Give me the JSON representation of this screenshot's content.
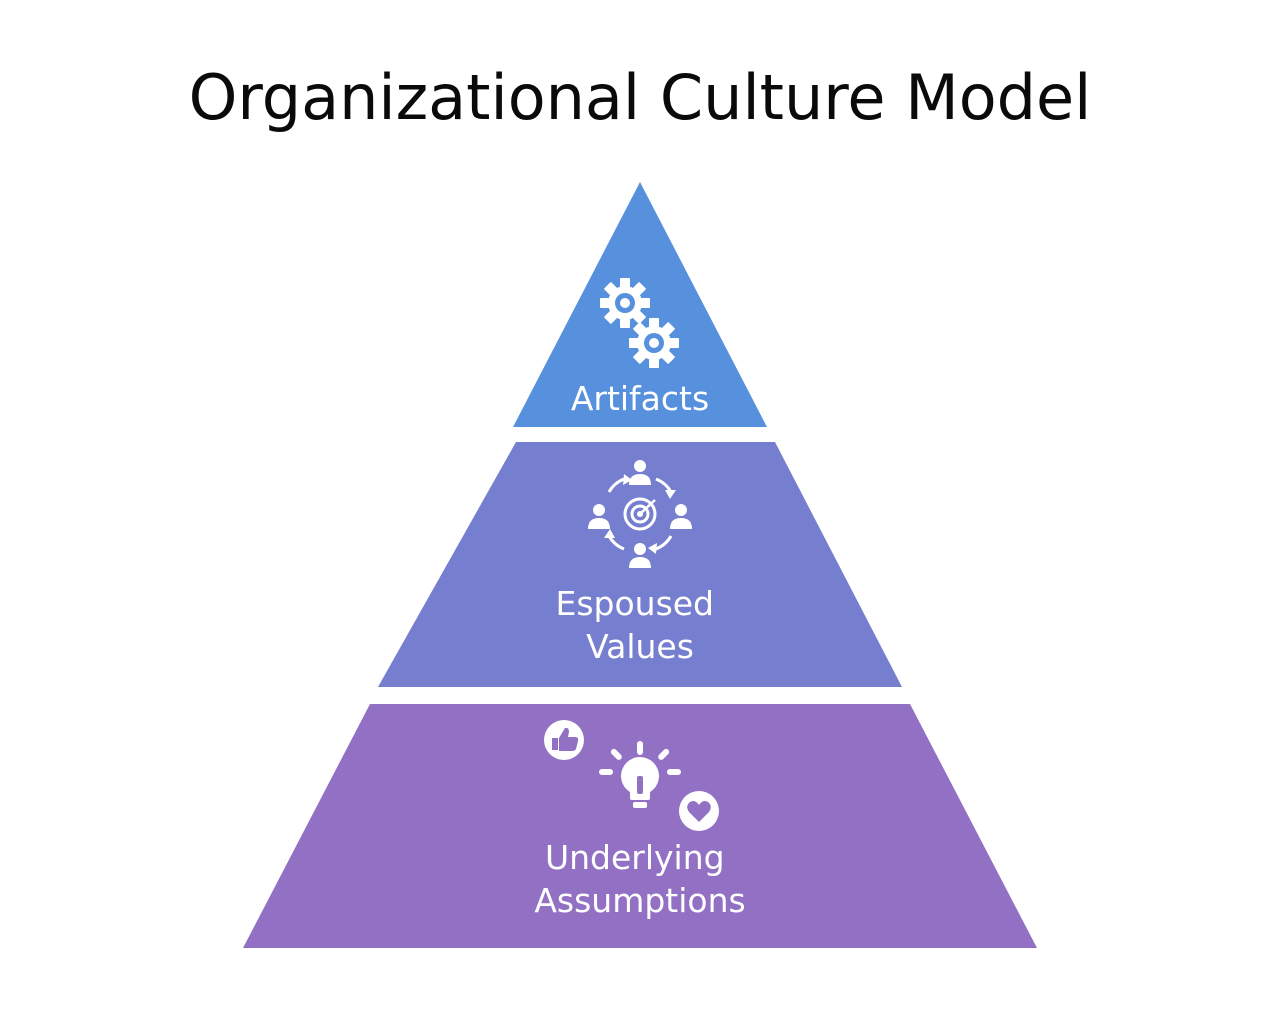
{
  "title": "Organizational Culture Model",
  "colors": {
    "top": "#5790dc",
    "middle": "#767ecf",
    "bottom": "#9270c4",
    "text": "#ffffff"
  },
  "levels": [
    {
      "label_lines": [
        "Artifacts"
      ],
      "icon": "gears-icon"
    },
    {
      "label_lines": [
        "Espoused",
        "Values"
      ],
      "icon": "team-target-cycle-icon"
    },
    {
      "label_lines": [
        "Underlying",
        "Assumptions"
      ],
      "icon": "lightbulb-like-heart-icon"
    }
  ]
}
